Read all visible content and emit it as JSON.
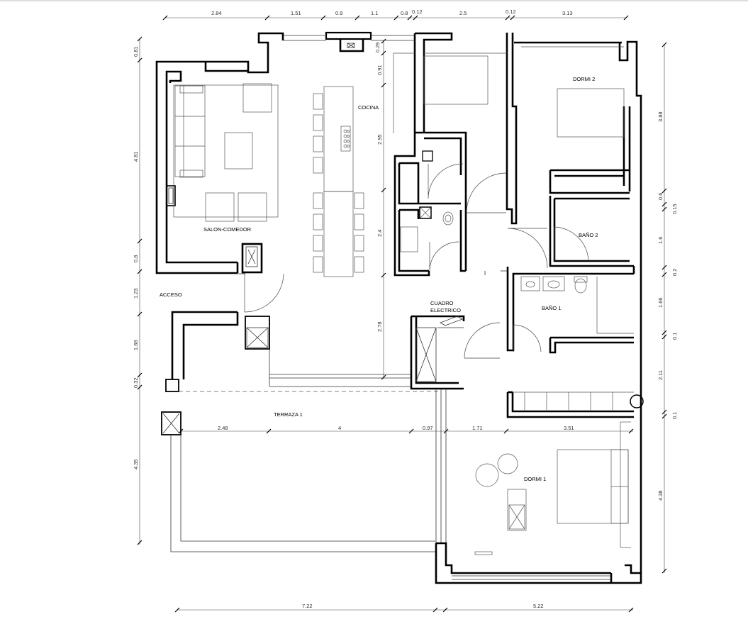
{
  "rooms": {
    "salon": "SALON-COMEDOR",
    "cocina": "COCINA",
    "dormi2": "DORMI 2",
    "bano2": "BAÑO 2",
    "bano1": "BAÑO 1",
    "cuadro_line1": "CUADRO",
    "cuadro_line2": "ELECTRICO",
    "acceso": "ACCESO",
    "terraza": "TERRAZA 1",
    "dormi1": "DORMI 1"
  },
  "dims_top": [
    "2.84",
    "1.51",
    "0.9",
    "1.1",
    "0.8",
    "0.12",
    "2.5",
    "0.12",
    "3.13"
  ],
  "dims_bottom": [
    "7.22",
    "5.22"
  ],
  "dims_left": [
    "0.81",
    "4.81",
    "0.8",
    "1.23",
    "1.68",
    "0.32",
    "4.35"
  ],
  "dims_right": [
    "3.88",
    "0.6",
    "0.15",
    "1.6",
    "0.2",
    "1.66",
    "0.1",
    "2.11",
    "0.1",
    "4.38"
  ],
  "dims_center_vertical": [
    "0.29",
    "0.91",
    "2.95",
    "2.4",
    "2.78"
  ],
  "dims_terrace": [
    "2.48",
    "4",
    "0.97",
    "1.71",
    "3.51"
  ]
}
